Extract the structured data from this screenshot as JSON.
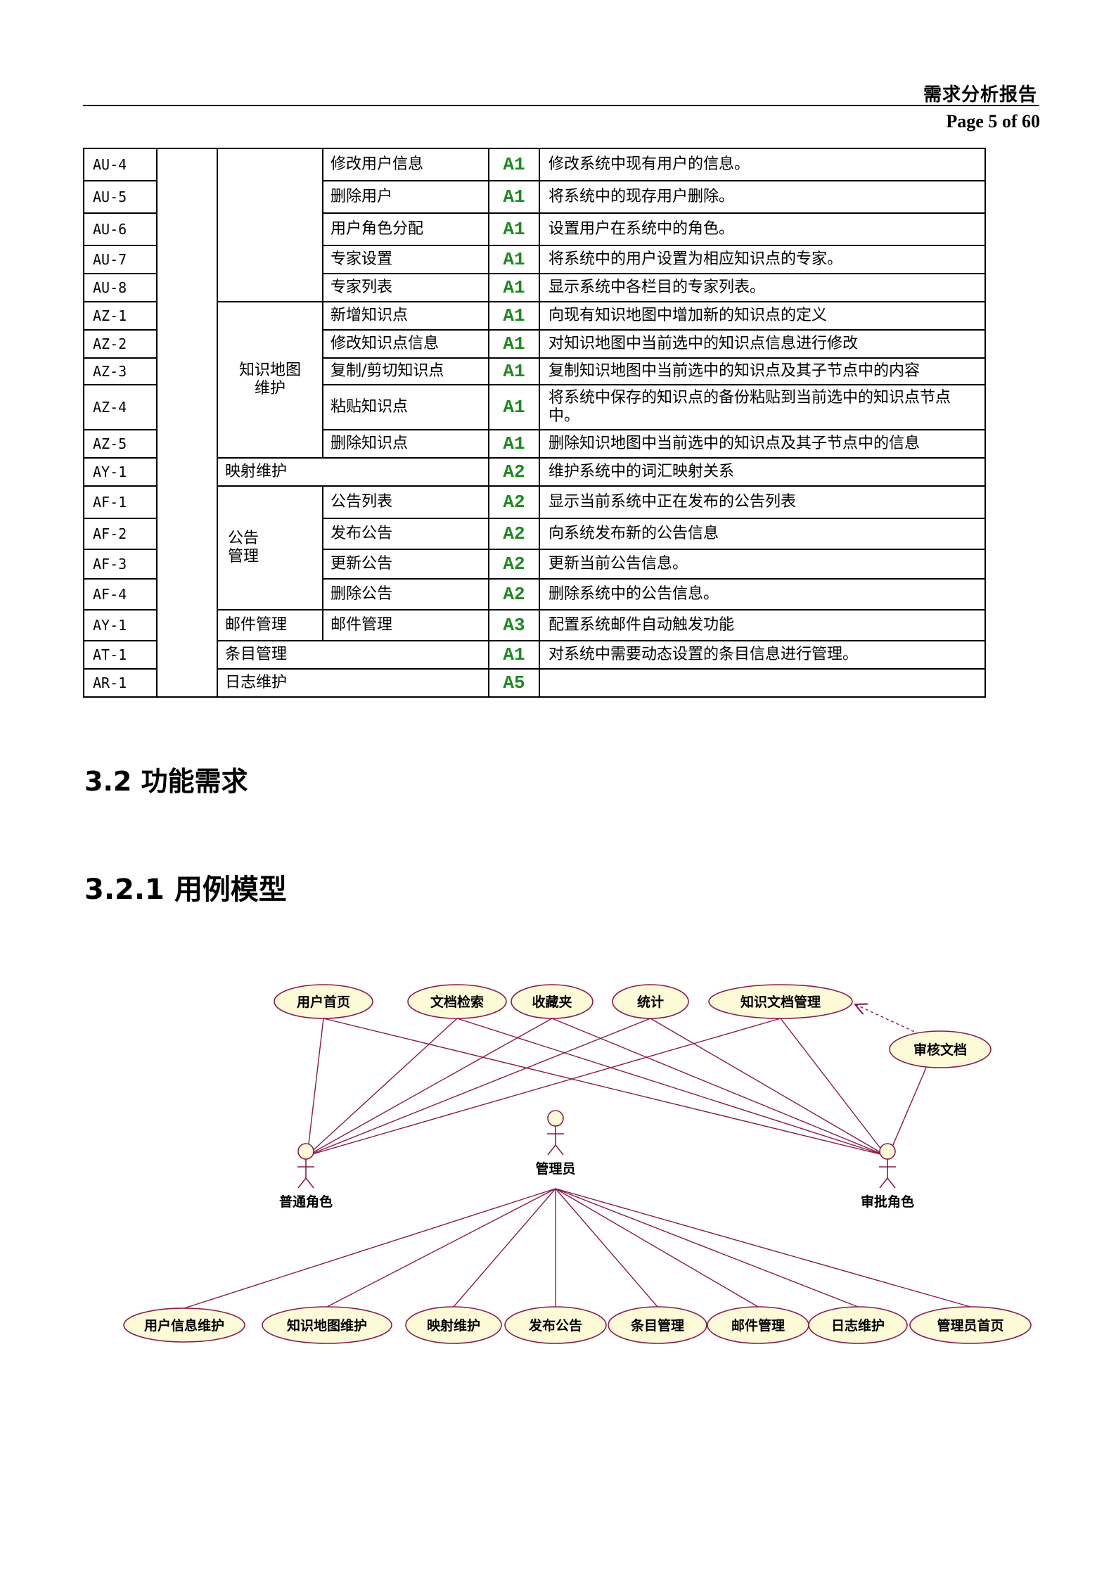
{
  "header": {
    "title": "需求分析报告",
    "page": "Page 5 of 60"
  },
  "table": {
    "rows": [
      {
        "id": "AU-4",
        "func": "修改用户信息",
        "pri": "A1",
        "desc": "修改系统中现有用户的信息。"
      },
      {
        "id": "AU-5",
        "func": "删除用户",
        "pri": "A1",
        "desc": "将系统中的现存用户删除。"
      },
      {
        "id": "AU-6",
        "func": "用户角色分配",
        "pri": "A1",
        "desc": "设置用户在系统中的角色。"
      },
      {
        "id": "AU-7",
        "func": "专家设置",
        "pri": "A1",
        "desc": "将系统中的用户设置为相应知识点的专家。"
      },
      {
        "id": "AU-8",
        "func": "专家列表",
        "pri": "A1",
        "desc": "显示系统中各栏目的专家列表。"
      },
      {
        "id": "AZ-1",
        "func": "新增知识点",
        "pri": "A1",
        "desc": "向现有知识地图中增加新的知识点的定义"
      },
      {
        "id": "AZ-2",
        "func": "修改知识点信息",
        "pri": "A1",
        "desc": "对知识地图中当前选中的知识点信息进行修改"
      },
      {
        "id": "AZ-3",
        "func": "复制/剪切知识点",
        "pri": "A1",
        "desc": "复制知识地图中当前选中的知识点及其子节点中的内容"
      },
      {
        "id": "AZ-4",
        "func": "粘贴知识点",
        "pri": "A1",
        "desc": "将系统中保存的知识点的备份粘贴到当前选中的知识点节点中。"
      },
      {
        "id": "AZ-5",
        "func": "删除知识点",
        "pri": "A1",
        "desc": "删除知识地图中当前选中的知识点及其子节点中的信息"
      },
      {
        "id": "AY-1",
        "func": "映射维护",
        "pri": "A2",
        "desc": "维护系统中的词汇映射关系"
      },
      {
        "id": "AF-1",
        "func": "公告列表",
        "pri": "A2",
        "desc": "显示当前系统中正在发布的公告列表"
      },
      {
        "id": "AF-2",
        "func": "发布公告",
        "pri": "A2",
        "desc": "向系统发布新的公告信息"
      },
      {
        "id": "AF-3",
        "func": "更新公告",
        "pri": "A2",
        "desc": "更新当前公告信息。"
      },
      {
        "id": "AF-4",
        "func": "删除公告",
        "pri": "A2",
        "desc": "删除系统中的公告信息。"
      },
      {
        "id": "AY-1",
        "group": "邮件管理",
        "func": "邮件管理",
        "pri": "A3",
        "desc": "配置系统邮件自动触发功能"
      },
      {
        "id": "AT-1",
        "func": "条目管理",
        "pri": "A1",
        "desc": "对系统中需要动态设置的条目信息进行管理。"
      },
      {
        "id": "AR-1",
        "func": "日志维护",
        "pri": "A5",
        "desc": ""
      }
    ],
    "groups": {
      "knowledge_map": "知识地图维护",
      "notice": "公告管理"
    }
  },
  "sections": {
    "h2": "3.2  功能需求",
    "h3": "3.2.1 用例模型"
  },
  "diagram": {
    "top_usecases": [
      "用户首页",
      "文档检索",
      "收藏夹",
      "统计",
      "知识文档管理"
    ],
    "review_usecase": "审核文档",
    "actors": [
      "普通角色",
      "管理员",
      "审批角色"
    ],
    "bottom_usecases": [
      "用户信息维护",
      "知识地图维护",
      "映射维护",
      "发布公告",
      "条目管理",
      "邮件管理",
      "日志维护",
      "管理员首页"
    ],
    "colors": {
      "line": "#8b1a4a",
      "fill": "#fdfad8",
      "stroke": "#8b1a4a"
    }
  }
}
